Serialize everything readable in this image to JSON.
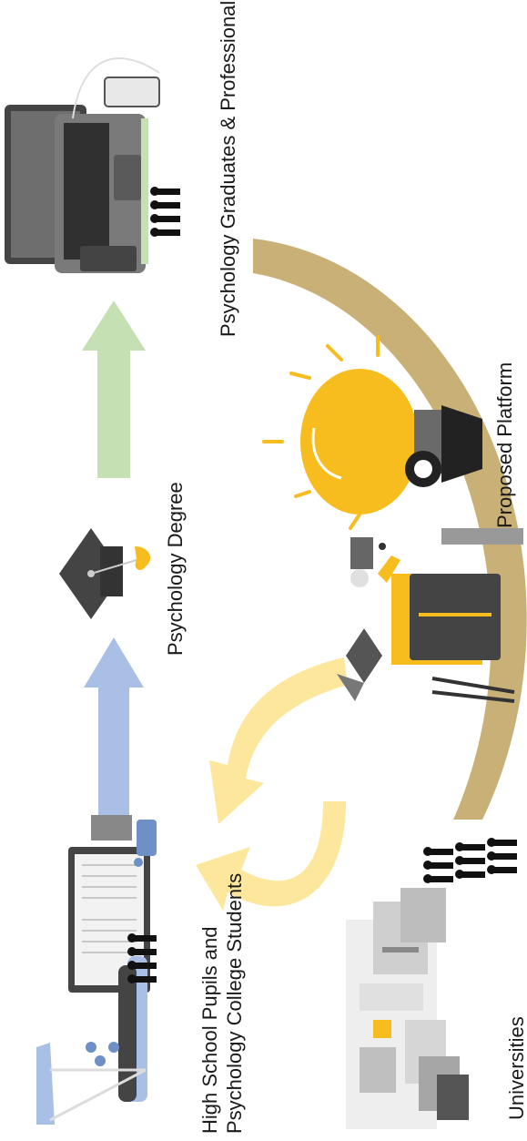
{
  "labels": {
    "students_line1": "High School Pupils and",
    "students_line2": "Psychology College Students",
    "degree": "Psychology Degree",
    "graduates": "Psychology Graduates & Professionals",
    "platform": "Proposed Platform",
    "universities": "Universities"
  },
  "colors": {
    "arrow_blue": "#a9bfe6",
    "arrow_green": "#c5e0b3",
    "arc_gold": "#c9b077",
    "arrow_yellow": "#fce79c",
    "bulb_yellow": "#f7bd1e",
    "dark": "#444444",
    "black": "#1a1a1a"
  },
  "icons": [
    "study-desk-icon",
    "graduation-cap-icon",
    "laptop-icon",
    "lightbulb-icon",
    "design-tools-icon",
    "city-buildings-icon",
    "people-group-icon"
  ]
}
